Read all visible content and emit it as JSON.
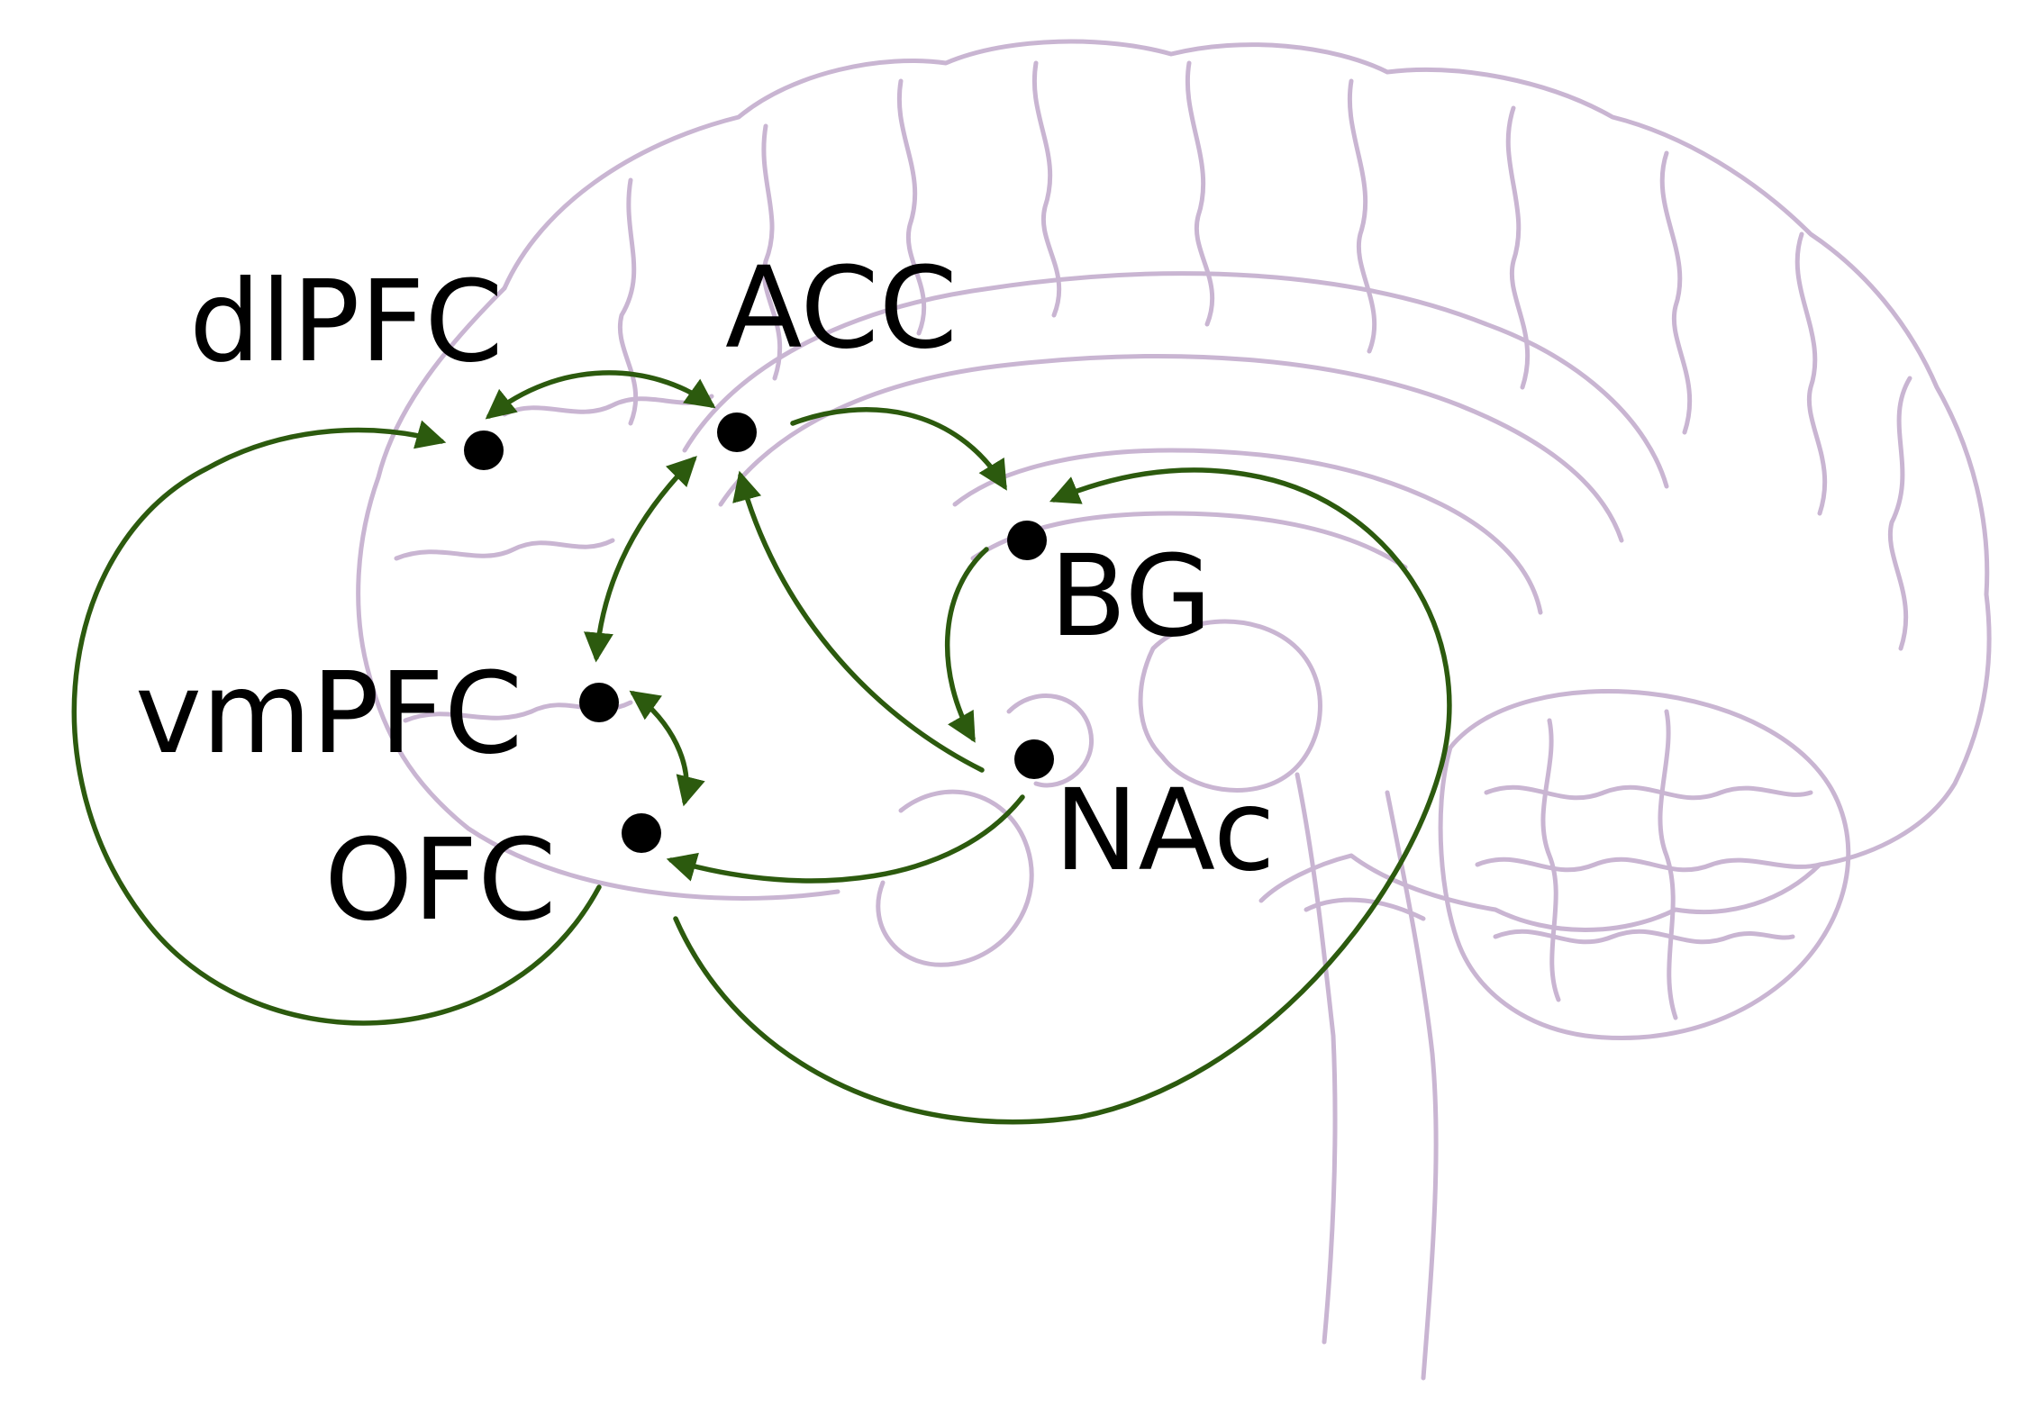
{
  "colors": {
    "brain_outline": "#c9b5d2",
    "connection": "#2c5a0e",
    "node": "#000000",
    "label": "#000000",
    "background": "#ffffff"
  },
  "nodes": [
    {
      "id": "dlpfc",
      "label": "dlPFC"
    },
    {
      "id": "acc",
      "label": "ACC"
    },
    {
      "id": "bg",
      "label": "BG"
    },
    {
      "id": "vmpfc",
      "label": "vmPFC"
    },
    {
      "id": "ofc",
      "label": "OFC"
    },
    {
      "id": "nac",
      "label": "NAc"
    }
  ],
  "edges": [
    {
      "from": "dlpfc",
      "to": "acc",
      "direction": "both"
    },
    {
      "from": "ofc",
      "to": "dlpfc",
      "direction": "forward"
    },
    {
      "from": "acc",
      "to": "bg",
      "direction": "forward"
    },
    {
      "from": "acc",
      "to": "vmpfc",
      "direction": "both"
    },
    {
      "from": "nac",
      "to": "acc",
      "direction": "forward"
    },
    {
      "from": "bg",
      "to": "nac",
      "direction": "forward"
    },
    {
      "from": "vmpfc",
      "to": "ofc",
      "direction": "both"
    },
    {
      "from": "nac",
      "to": "ofc",
      "direction": "forward"
    },
    {
      "from": "ofc",
      "to": "bg",
      "direction": "forward"
    }
  ]
}
